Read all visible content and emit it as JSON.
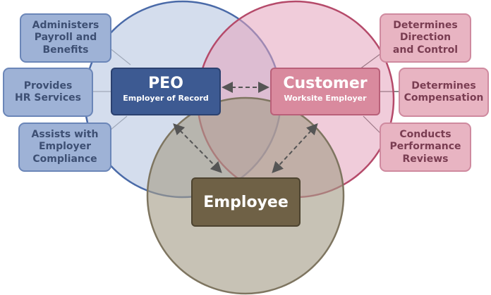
{
  "colors": {
    "peo_circle": "#c3d0e6",
    "peo_circle_stroke": "#4a6aa8",
    "customer_circle": "#e3a3bb",
    "customer_circle_stroke": "#b54a6a",
    "employee_circle": "#a59d88",
    "employee_circle_stroke": "#7e7560",
    "peo_box": "#3d5a92",
    "customer_box": "#d98a9e",
    "employee_box": "#6f6146",
    "arrow": "#555555"
  },
  "peo": {
    "title": "PEO",
    "subtitle": "Employer of Record"
  },
  "customer": {
    "title": "Customer",
    "subtitle": "Worksite Employer"
  },
  "employee": {
    "title": "Employee"
  },
  "peo_roles": [
    "Administers\nPayroll and\nBenefits",
    "Provides\nHR Services",
    "Assists with\nEmployer\nCompliance"
  ],
  "customer_roles": [
    "Determines\nDirection\nand Control",
    "Determines\nCompensation",
    "Conducts\nPerformance\nReviews"
  ]
}
